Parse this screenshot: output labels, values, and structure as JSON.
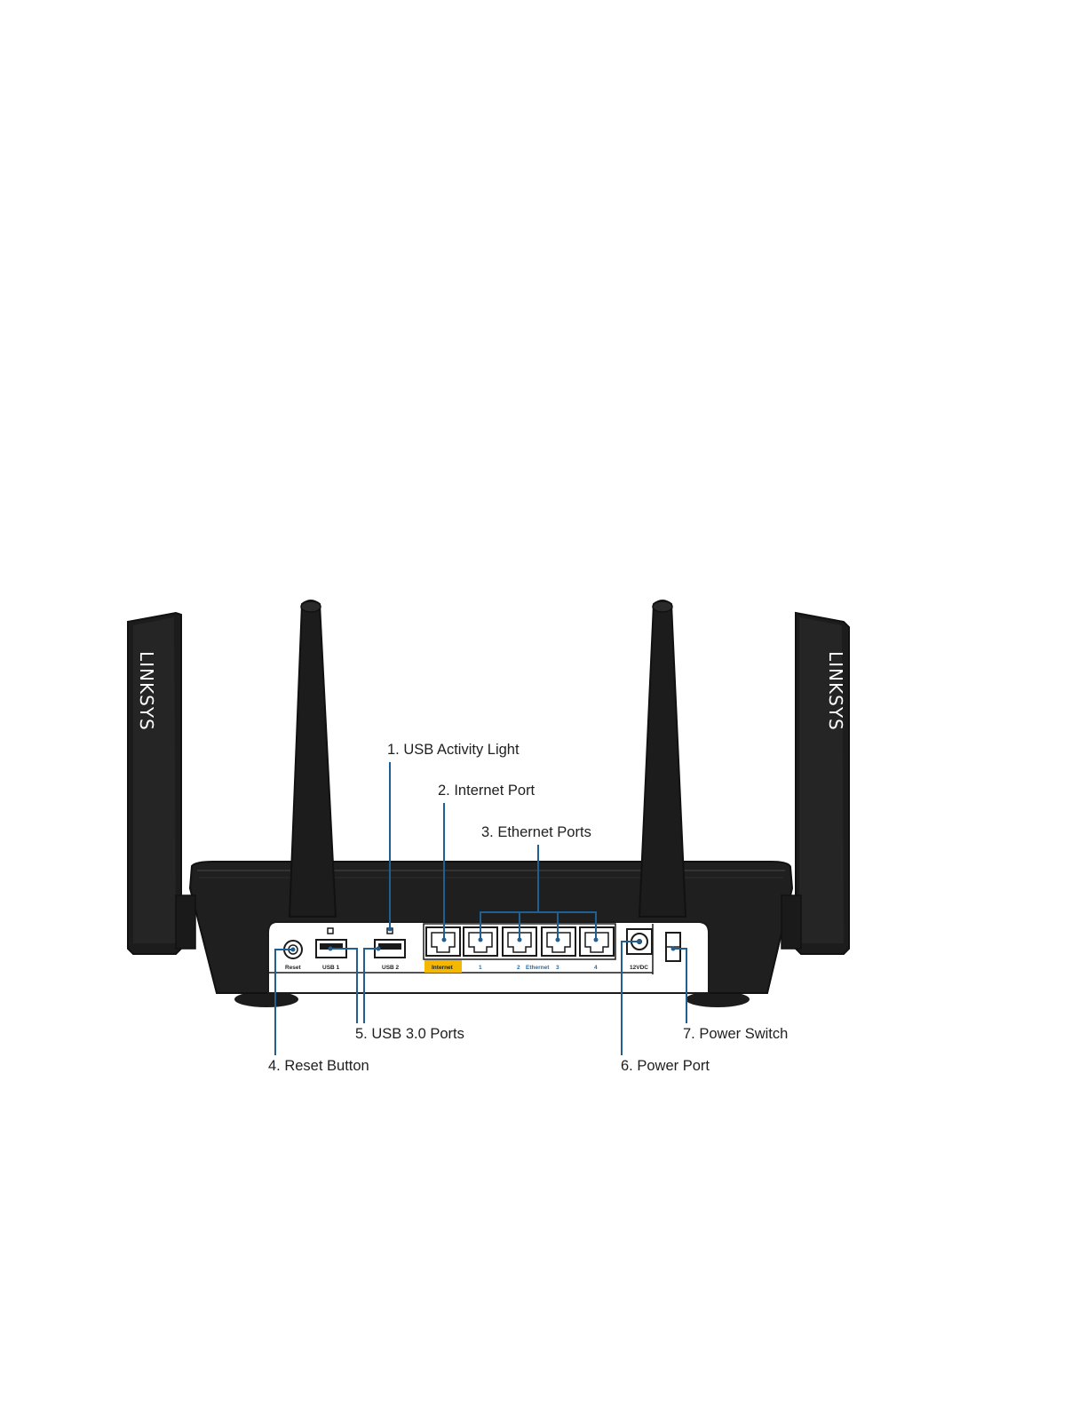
{
  "brand": "LINKSYS",
  "callouts": {
    "usb_activity_light": "1. USB Activity Light",
    "internet_port": "2. Internet Port",
    "ethernet_ports": "3. Ethernet Ports",
    "reset_button": "4. Reset Button",
    "usb_ports": "5. USB 3.0 Ports",
    "power_port": "6. Power Port",
    "power_switch": "7. Power Switch"
  },
  "panel_labels": {
    "reset": "Reset",
    "usb1": "USB 1",
    "usb2": "USB 2",
    "internet": "Internet",
    "eth1": "1",
    "eth2": "2",
    "ethernet": "Ethernet",
    "eth3": "3",
    "eth4": "4",
    "power": "12VDC"
  },
  "colors": {
    "callout_line": "#1f5f93",
    "internet_highlight": "#f5b800",
    "ethernet_label": "#1f6fb0"
  }
}
